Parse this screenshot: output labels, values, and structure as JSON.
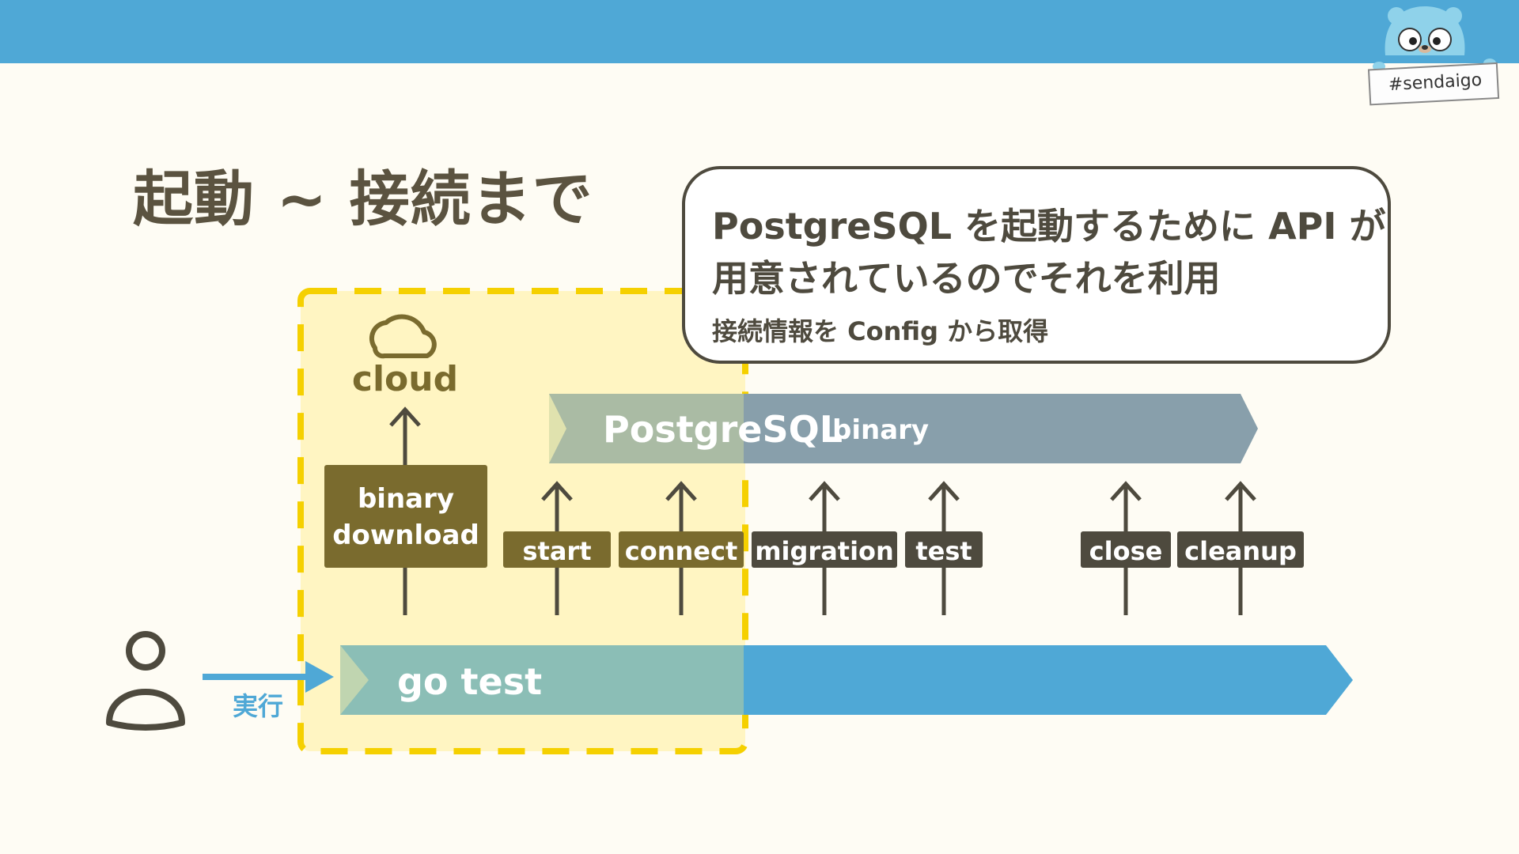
{
  "slide": {
    "title": "起動 ~ 接続まで",
    "hashtag": "#sendaigo"
  },
  "callout": {
    "line1": "PostgreSQL を起動するために API が",
    "line2": "用意されているのでそれを利用",
    "sub": "接続情報を Config から取得"
  },
  "diagram": {
    "cloud_label": "cloud",
    "binary_download_line1": "binary",
    "binary_download_line2": "download",
    "postgres_label": "PostgreSQL",
    "postgres_sub": "binary",
    "gotest_label": "go test",
    "run_label": "実行",
    "steps": [
      "start",
      "connect",
      "migration",
      "test",
      "close",
      "cleanup"
    ]
  },
  "colors": {
    "topbar": "#4fa8d6",
    "background": "#fefcf4",
    "dark": "#4e4a3e",
    "highlight_fill": "#fff5c2",
    "highlight_border": "#f5d000",
    "postgres_band": "#889fab",
    "gotest_band": "#4fa8d6",
    "title_text": "#5b5340"
  }
}
